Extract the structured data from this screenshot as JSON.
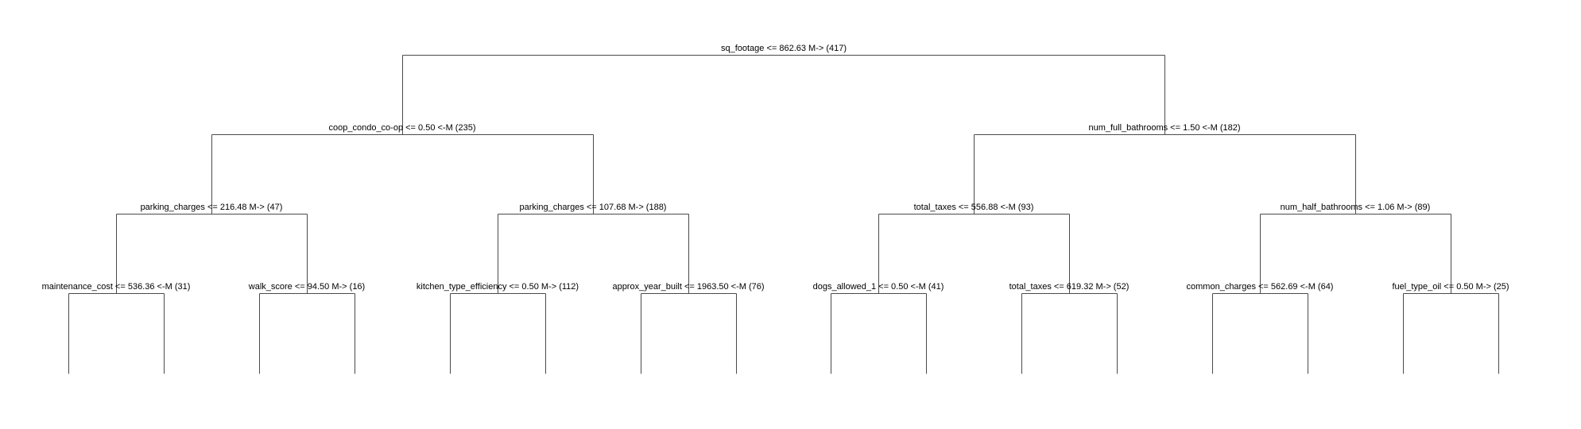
{
  "tree": {
    "nodes": [
      {
        "id": "root",
        "label": "sq_footage <= 862.63 M-> (417)",
        "depth": 0,
        "children": [
          "n_l",
          "n_r"
        ]
      },
      {
        "id": "n_l",
        "label": "coop_condo_co-op <= 0.50 <-M (235)",
        "depth": 1,
        "children": [
          "n_ll",
          "n_lr"
        ]
      },
      {
        "id": "n_r",
        "label": "num_full_bathrooms <= 1.50 <-M (182)",
        "depth": 1,
        "children": [
          "n_rl",
          "n_rr"
        ]
      },
      {
        "id": "n_ll",
        "label": "parking_charges <= 216.48 M-> (47)",
        "depth": 2,
        "children": [
          "n_lll",
          "n_llr"
        ]
      },
      {
        "id": "n_lr",
        "label": "parking_charges <= 107.68 M-> (188)",
        "depth": 2,
        "children": [
          "n_lrl",
          "n_lrr"
        ]
      },
      {
        "id": "n_rl",
        "label": "total_taxes <= 556.88 <-M (93)",
        "depth": 2,
        "children": [
          "n_rll",
          "n_rlr"
        ]
      },
      {
        "id": "n_rr",
        "label": "num_half_bathrooms <= 1.06 M-> (89)",
        "depth": 2,
        "children": [
          "n_rrl",
          "n_rrr"
        ]
      },
      {
        "id": "n_lll",
        "label": "maintenance_cost <= 536.36 <-M (31)",
        "depth": 3,
        "children": []
      },
      {
        "id": "n_llr",
        "label": "walk_score <= 94.50 M-> (16)",
        "depth": 3,
        "children": []
      },
      {
        "id": "n_lrl",
        "label": "kitchen_type_efficiency <= 0.50 M-> (112)",
        "depth": 3,
        "children": []
      },
      {
        "id": "n_lrr",
        "label": "approx_year_built <= 1963.50 <-M (76)",
        "depth": 3,
        "children": []
      },
      {
        "id": "n_rll",
        "label": "dogs_allowed_1 <= 0.50 <-M (41)",
        "depth": 3,
        "children": []
      },
      {
        "id": "n_rlr",
        "label": "total_taxes <= 619.32 M-> (52)",
        "depth": 3,
        "children": []
      },
      {
        "id": "n_rrl",
        "label": "common_charges <= 562.69 <-M (64)",
        "depth": 3,
        "children": []
      },
      {
        "id": "n_rrr",
        "label": "fuel_type_oil <= 0.50 M-> (25)",
        "depth": 3,
        "children": []
      }
    ]
  }
}
